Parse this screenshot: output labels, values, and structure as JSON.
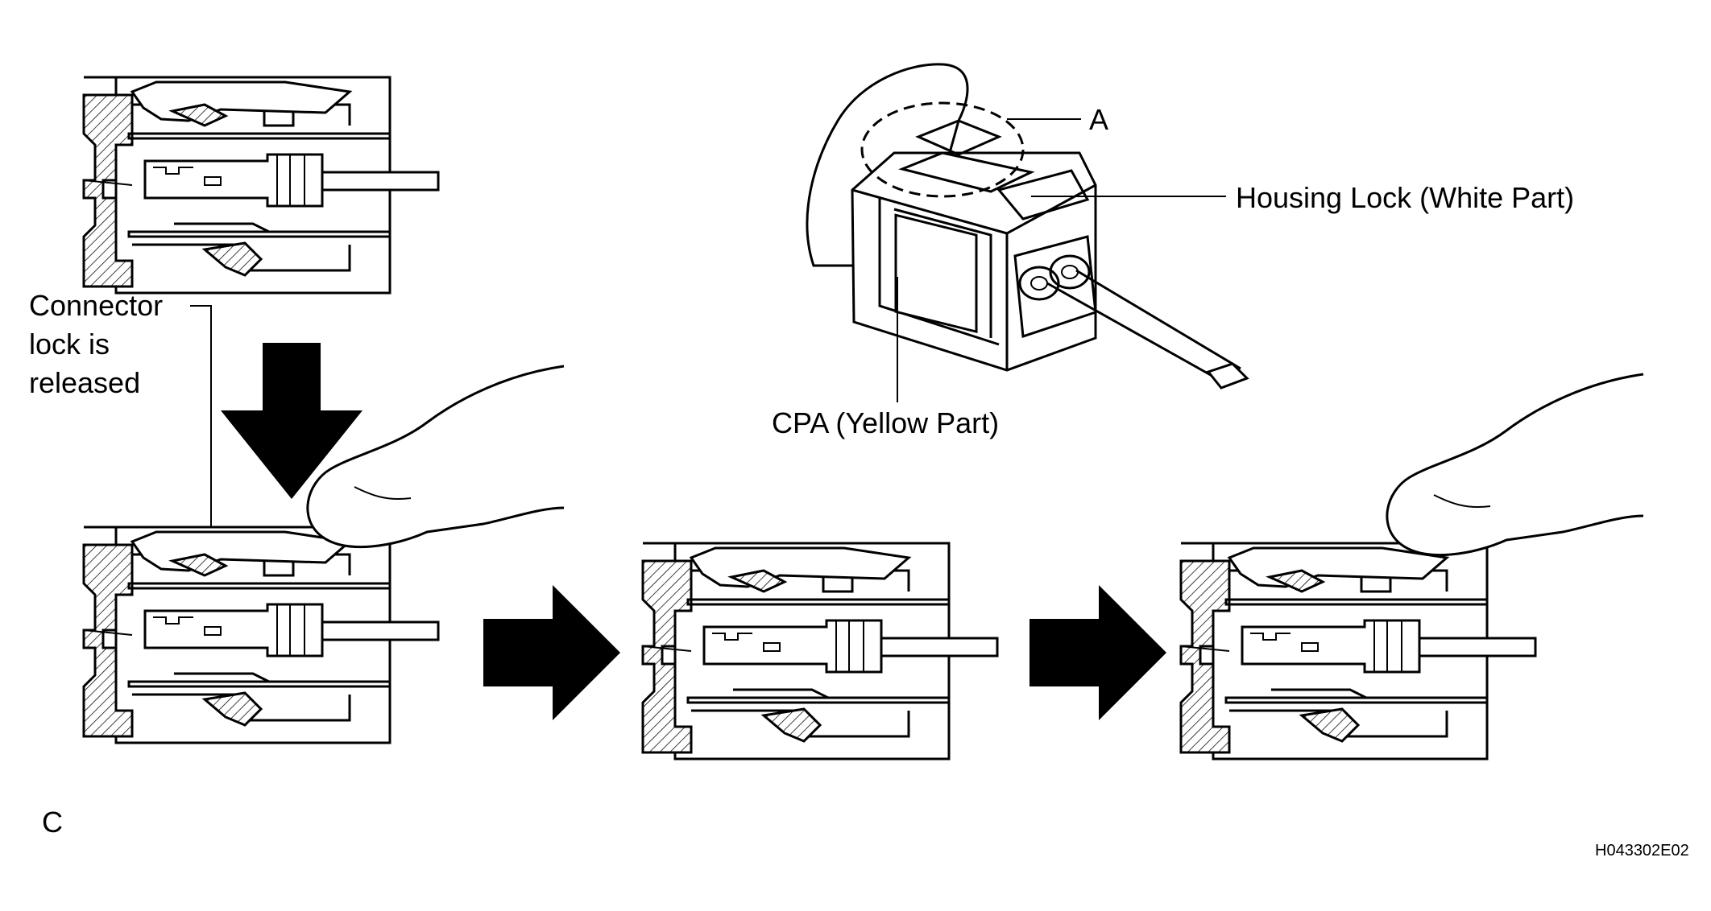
{
  "labels": {
    "connector_lock": [
      "Connector",
      "lock is",
      "released"
    ],
    "a": "A",
    "housing_lock": "Housing Lock (White Part)",
    "cpa": "CPA (Yellow Part)",
    "c": "C",
    "code": "H043302E02"
  },
  "colors": {
    "ink": "#000000",
    "paper": "#ffffff"
  }
}
